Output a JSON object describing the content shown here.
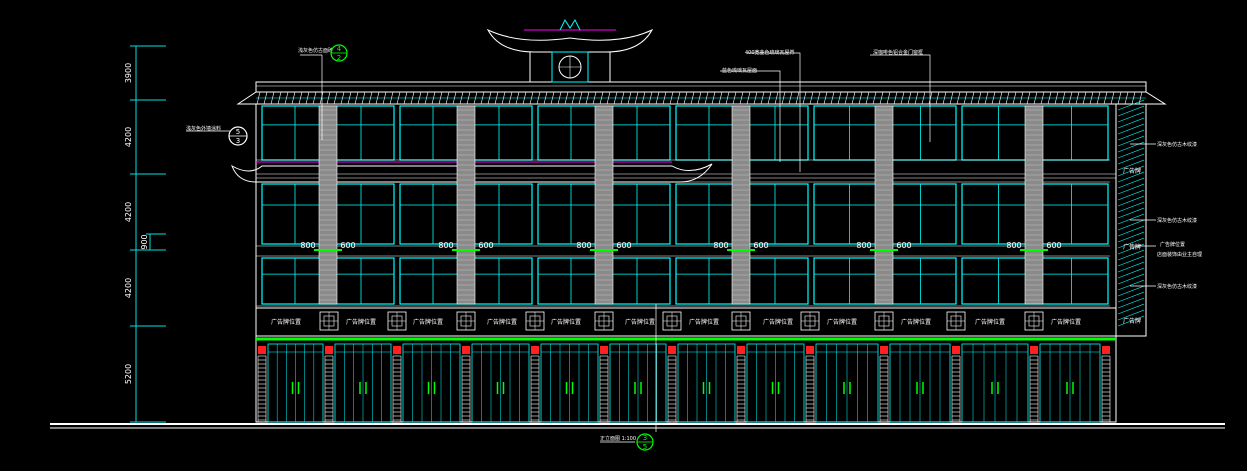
{
  "dimensions": {
    "levels": [
      "3900",
      "4200",
      "4200",
      "4200",
      "5200"
    ],
    "sub_dim": "900",
    "spans": [
      "800",
      "600"
    ]
  },
  "annotations": {
    "top_center": "400宽金色琉璃瓦屋脊",
    "top_left": "蓝色琉璃瓦屋面",
    "upper_mid": "浅灰色仿古面砖",
    "top_right": "深咖啡色铝合金门窗框",
    "left_mid": "浅灰色外墙涂料",
    "right_1": "深灰色仿古木纹漆",
    "right_2": "深灰色仿古木纹漆",
    "right_3a": "广告牌位置",
    "right_3b": "店面装饰由业主自理",
    "right_4": "深灰色仿古木纹漆",
    "bottom": "正立面图 1:100"
  },
  "ad_labels": {
    "main": "广告牌位置",
    "side_a": "广告牌",
    "side_b": "广告牌",
    "side_c": "广告牌"
  },
  "callouts": {
    "c1": {
      "top": "4",
      "bottom": "2"
    },
    "c2": {
      "top": "5",
      "bottom": "3"
    },
    "c3": {
      "top": "3",
      "bottom": "5"
    }
  },
  "colors": {
    "background": "#000000",
    "window": "#00ffff",
    "dimension": "#00e0e0",
    "green": "#00ff00",
    "red": "#ff2020",
    "magenta": "#ff00ff",
    "structure": "#ffffff",
    "column_fill": "#8a8a8a"
  }
}
